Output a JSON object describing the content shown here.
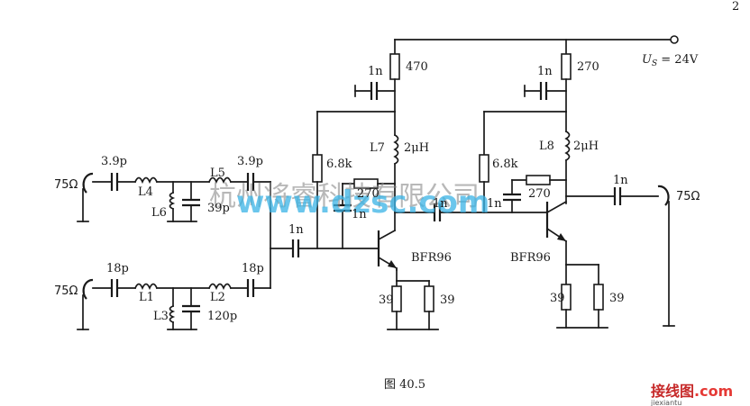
{
  "corner_mark": "2",
  "supply": {
    "label": "U",
    "sub": "S",
    "value": " = 24V"
  },
  "inputs": {
    "in1": "75Ω",
    "in2": "75Ω",
    "out": "75Ω"
  },
  "components": {
    "c_in1": "3.9p",
    "c_out1": "3.9p",
    "l4": "L4",
    "l5": "L5",
    "l6": "L6",
    "c39": "39p",
    "c_in2": "18p",
    "c_out2": "18p",
    "l1": "L1",
    "l2": "L2",
    "l3": "L3",
    "c120": "120p",
    "c_couple1": "1n",
    "r470": "470",
    "c1n_top1": "1n",
    "l7": "L7",
    "l7v": "2μH",
    "r6k8_1": "6.8k",
    "r270_1": "270",
    "c1n_fb1": "1n",
    "q1": "BFR96",
    "re1a": "39",
    "re1b": "39",
    "c_couple2": "1n",
    "r270_top": "270",
    "c1n_top2": "1n",
    "l8": "L8",
    "l8v": "2μH",
    "r6k8_2": "6.8k",
    "r270_2": "270",
    "c1n_fb2": "1n",
    "q2": "BFR96",
    "re2a": "39",
    "re2b": "39",
    "c_out": "1n"
  },
  "caption": "图 40.5",
  "watermark": {
    "cn": "杭州将睿科技有限公司",
    "en": "www.dzsc.com"
  },
  "brand": {
    "cn": "接线图",
    "dot": ".com",
    "url": "jiexiantu"
  }
}
